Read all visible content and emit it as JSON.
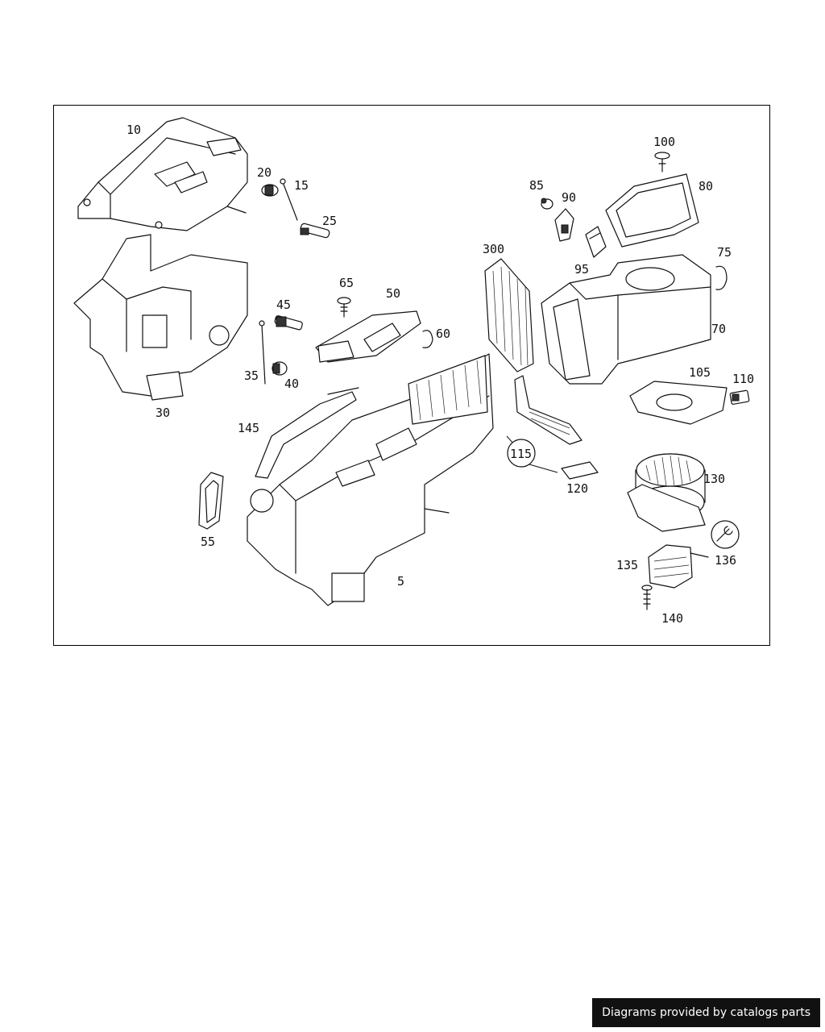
{
  "diagram": {
    "parts": [
      {
        "label": "10"
      },
      {
        "label": "20"
      },
      {
        "label": "15"
      },
      {
        "label": "25"
      },
      {
        "label": "30"
      },
      {
        "label": "45"
      },
      {
        "label": "35"
      },
      {
        "label": "40"
      },
      {
        "label": "65"
      },
      {
        "label": "50"
      },
      {
        "label": "60"
      },
      {
        "label": "145"
      },
      {
        "label": "55"
      },
      {
        "label": "5"
      },
      {
        "label": "85"
      },
      {
        "label": "90"
      },
      {
        "label": "100"
      },
      {
        "label": "80"
      },
      {
        "label": "95"
      },
      {
        "label": "300"
      },
      {
        "label": "75"
      },
      {
        "label": "70"
      },
      {
        "label": "105"
      },
      {
        "label": "110"
      },
      {
        "label": "115"
      },
      {
        "label": "120"
      },
      {
        "label": "130"
      },
      {
        "label": "135"
      },
      {
        "label": "136"
      },
      {
        "label": "140"
      }
    ]
  },
  "footer": {
    "text": "Diagrams provided by catalogs parts"
  }
}
